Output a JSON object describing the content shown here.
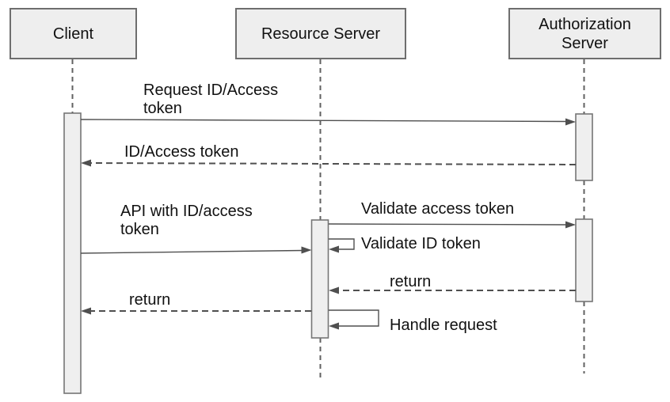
{
  "diagram": {
    "kind": "uml-sequence-diagram"
  },
  "actors": [
    {
      "id": "client",
      "label": "Client"
    },
    {
      "id": "resource-server",
      "label": "Resource Server"
    },
    {
      "id": "authorization-server",
      "label": "Authorization Server"
    }
  ],
  "messages": [
    {
      "from": "client",
      "to": "authorization-server",
      "label": "Request ID/Access token",
      "line": "solid",
      "kind": "call"
    },
    {
      "from": "authorization-server",
      "to": "client",
      "label": "ID/Access token",
      "line": "dashed",
      "kind": "return"
    },
    {
      "from": "client",
      "to": "resource-server",
      "label": "API with ID/access token",
      "line": "solid",
      "kind": "call"
    },
    {
      "from": "resource-server",
      "to": "authorization-server",
      "label": "Validate access token",
      "line": "solid",
      "kind": "call"
    },
    {
      "from": "resource-server",
      "to": "resource-server",
      "label": "Validate ID token",
      "line": "solid",
      "kind": "self-call"
    },
    {
      "from": "authorization-server",
      "to": "resource-server",
      "label": "return",
      "line": "dashed",
      "kind": "return"
    },
    {
      "from": "resource-server",
      "to": "client",
      "label": "return",
      "line": "dashed",
      "kind": "return"
    },
    {
      "from": "resource-server",
      "to": "resource-server",
      "label": "Handle request",
      "line": "solid",
      "kind": "self-call"
    }
  ],
  "colors": {
    "background": "#ffffff",
    "actor_box_fill": "#eeeeee",
    "actor_box_border": "#6e6e6e",
    "activation_fill": "#efefef",
    "activation_border": "#757575",
    "line": "#4f4f4f",
    "lifeline": "#616161",
    "text": "#111111"
  }
}
